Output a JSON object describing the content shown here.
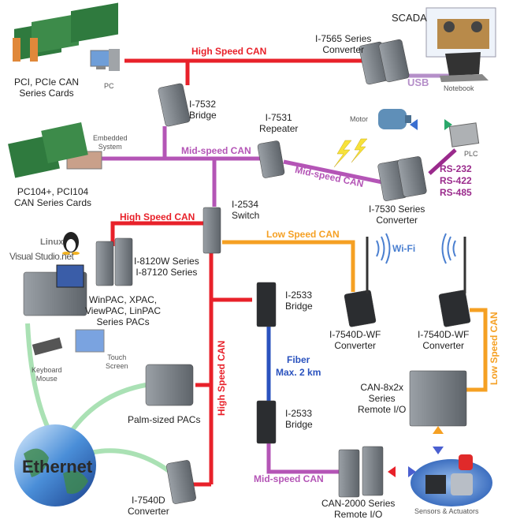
{
  "title": "CAN Bus Network Architecture",
  "colors": {
    "high_speed_can": "#e8212a",
    "mid_speed_can": "#b455b6",
    "low_speed_can": "#f5a023",
    "fiber": "#2a52be",
    "usb": "#b58fc9",
    "rs_serial": "#9a2a8c",
    "wifi": "#4a7fd0",
    "ethernet_arrow": "#7cc98a"
  },
  "buses": {
    "high_speed_top": "High Speed CAN",
    "high_speed_mid": "High Speed CAN",
    "high_speed_vertical": "High Speed CAN",
    "mid_speed_top": "Mid-speed CAN",
    "mid_speed_diagonal": "Mid-speed CAN",
    "mid_speed_bottom": "Mid-speed CAN",
    "low_speed_horizontal": "Low Speed CAN",
    "low_speed_vertical": "Low Speed CAN",
    "usb": "USB",
    "wifi": "Wi-Fi",
    "fiber": "Fiber\nMax. 2 km",
    "serial": "RS-232\nRS-422\nRS-485"
  },
  "devices": {
    "pci_cards": "PCI, PCIe CAN\nSeries Cards",
    "pc": "PC",
    "i7532": "I-7532\nBridge",
    "i7565": "I-7565 Series\nConverter",
    "scada": "SCADA",
    "notebook": "Notebook",
    "i7531": "I-7531\nRepeater",
    "motor": "Motor",
    "plc": "PLC",
    "embedded": "Embedded\nSystem",
    "pc104": "PC104+, PCI104\nCAN Series Cards",
    "i7530": "I-7530 Series\nConverter",
    "i2534": "I-2534\nSwitch",
    "linux": "Linux",
    "visual_studio": "Visual Studio.net",
    "i8120w": "I-8120W Series\nI-87120 Series",
    "winpac": "WinPAC, XPAC,\nViewPAC, LinPAC\nSeries PACs",
    "i2533_top": "I-2533\nBridge",
    "i7540dwf_left": "I-7540D-WF\nConverter",
    "i7540dwf_right": "I-7540D-WF\nConverter",
    "keyboard_mouse": "Keyboard\nMouse",
    "touch_screen": "Touch\nScreen",
    "can8x2x": "CAN-8x2x\nSeries\nRemote I/O",
    "palm_pacs": "Palm-sized PACs",
    "i2533_bottom": "I-2533\nBridge",
    "ethernet": "Ethernet",
    "i7540d": "I-7540D\nConverter",
    "can2000": "CAN-2000 Series\nRemote I/O",
    "sensors": "Sensors & Actuators"
  }
}
